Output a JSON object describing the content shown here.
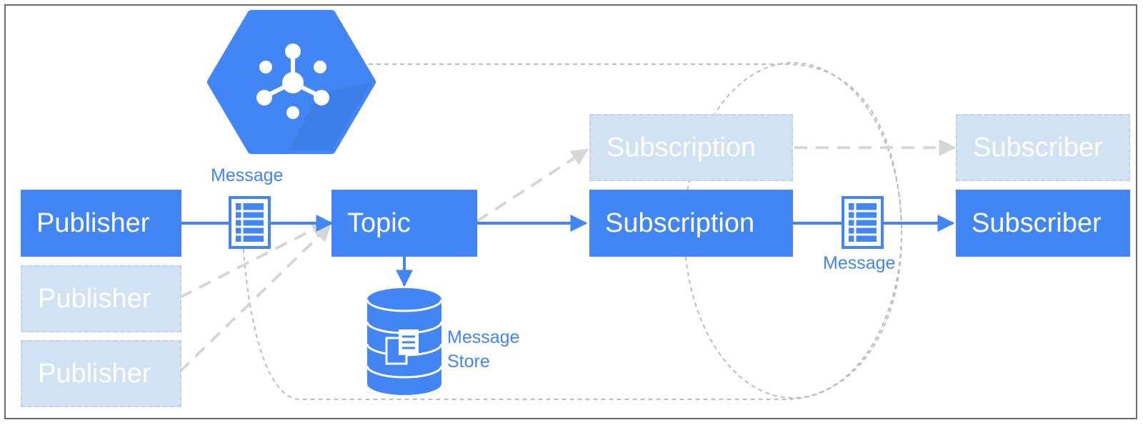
{
  "nodes": {
    "publisher_main": "Publisher",
    "publisher_faded_1": "Publisher",
    "publisher_faded_2": "Publisher",
    "topic": "Topic",
    "subscription_faded": "Subscription",
    "subscription_main": "Subscription",
    "subscriber_faded": "Subscriber",
    "subscriber_main": "Subscriber"
  },
  "labels": {
    "message_in": "Message",
    "message_out": "Message",
    "store_line1": "Message",
    "store_line2": "Store"
  },
  "colors": {
    "primary": "#4285f4",
    "faded": "#d0e2f4",
    "dashed_arrow": "#d6d6d6",
    "outline": "#bdbdbd"
  },
  "icons": [
    "pubsub-hexagon-icon",
    "message-doc-icon",
    "database-icon"
  ]
}
